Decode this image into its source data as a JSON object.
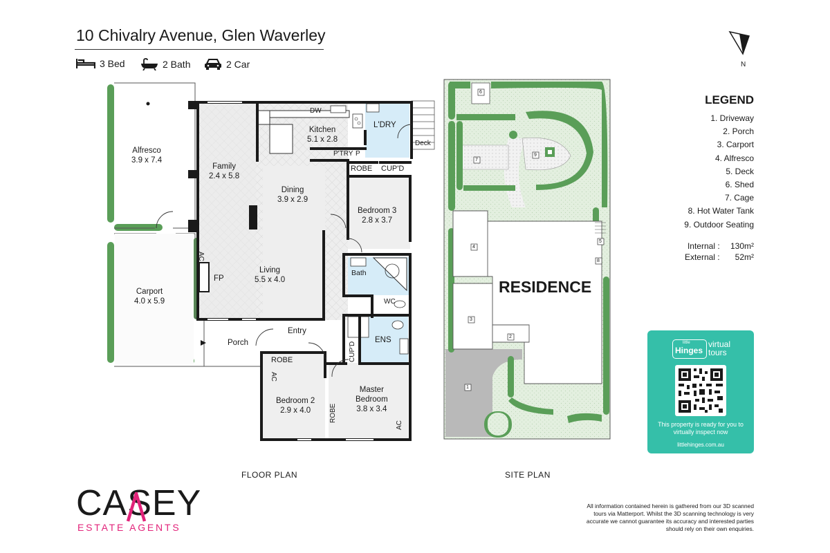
{
  "header": {
    "address": "10 Chivalry Avenue, Glen Waverley",
    "features": [
      {
        "icon": "bed-icon",
        "label": "3 Bed"
      },
      {
        "icon": "bath-icon",
        "label": "2 Bath"
      },
      {
        "icon": "car-icon",
        "label": "2 Car"
      }
    ]
  },
  "compass": {
    "label": "N"
  },
  "floor_plan": {
    "caption": "FLOOR PLAN",
    "rooms": {
      "alfresco": {
        "name": "Alfresco",
        "size": "3.9 x 7.4"
      },
      "family": {
        "name": "Family",
        "size": "2.4 x 5.8"
      },
      "kitchen": {
        "name": "Kitchen",
        "size": "5.1 x 2.8"
      },
      "laundry": {
        "name": "L'DRY"
      },
      "dining": {
        "name": "Dining",
        "size": "3.9 x 2.9"
      },
      "bedroom3": {
        "name": "Bedroom 3",
        "size": "2.8 x 3.7"
      },
      "living": {
        "name": "Living",
        "size": "5.5 x 4.0"
      },
      "carport": {
        "name": "Carport",
        "size": "4.0 x 5.9"
      },
      "bedroom2": {
        "name": "Bedroom 2",
        "size": "2.9 x 4.0"
      },
      "master": {
        "name": "Master\nBedroom",
        "size": "3.8 x 3.4"
      }
    },
    "labels": {
      "dw": "DW",
      "pantry": "P'TRY",
      "p": "P",
      "deck": "Deck",
      "robe1": "ROBE",
      "cupd1": "CUP'D",
      "bath": "Bath",
      "wc": "WC",
      "ens": "ENS",
      "cupd2": "CUP'D",
      "ac1": "AC",
      "fp": "FP",
      "entry": "Entry",
      "porch": "Porch",
      "robe2": "ROBE",
      "ac2": "AC",
      "robe3": "ROBE",
      "ac3": "AC"
    }
  },
  "site_plan": {
    "caption": "SITE PLAN",
    "residence": "RESIDENCE",
    "markers": [
      "1",
      "2",
      "3",
      "4",
      "5",
      "6",
      "7",
      "8",
      "9"
    ]
  },
  "legend": {
    "heading": "LEGEND",
    "items": [
      "1. Driveway",
      "2. Porch",
      "3. Carport",
      "4. Alfresco",
      "5. Deck",
      "6. Shed",
      "7. Cage",
      "8. Hot Water Tank",
      "9. Outdoor Seating"
    ]
  },
  "area": {
    "internal_label": "Internal  :",
    "internal_value": "130m²",
    "external_label": "External :",
    "external_value": "52m²"
  },
  "tour_card": {
    "brand_small": "little",
    "brand": "Hinges",
    "brand_right_1": "virtual",
    "brand_right_2": "tours",
    "caption": "This property is ready for you to virtually inspect now",
    "url": "littlehinges.com.au"
  },
  "agency": {
    "logo": "CASEY",
    "subtitle": "ESTATE AGENTS"
  },
  "disclaimer": "All information contained herein is gathered from our 3D scanned tours via Matterport. Whilst the 3D scanning technology is very accurate we cannot guarantee its accuracy and interested parties should rely on their own enquiries.",
  "colors": {
    "brand_pink": "#e2237a",
    "card_teal": "#35bfa9",
    "hedge_green": "#5a9e58",
    "lawn_green": "#e3efdf",
    "wet_area_blue": "#d6ecf8",
    "driveway_grey": "#b9b9b9"
  }
}
